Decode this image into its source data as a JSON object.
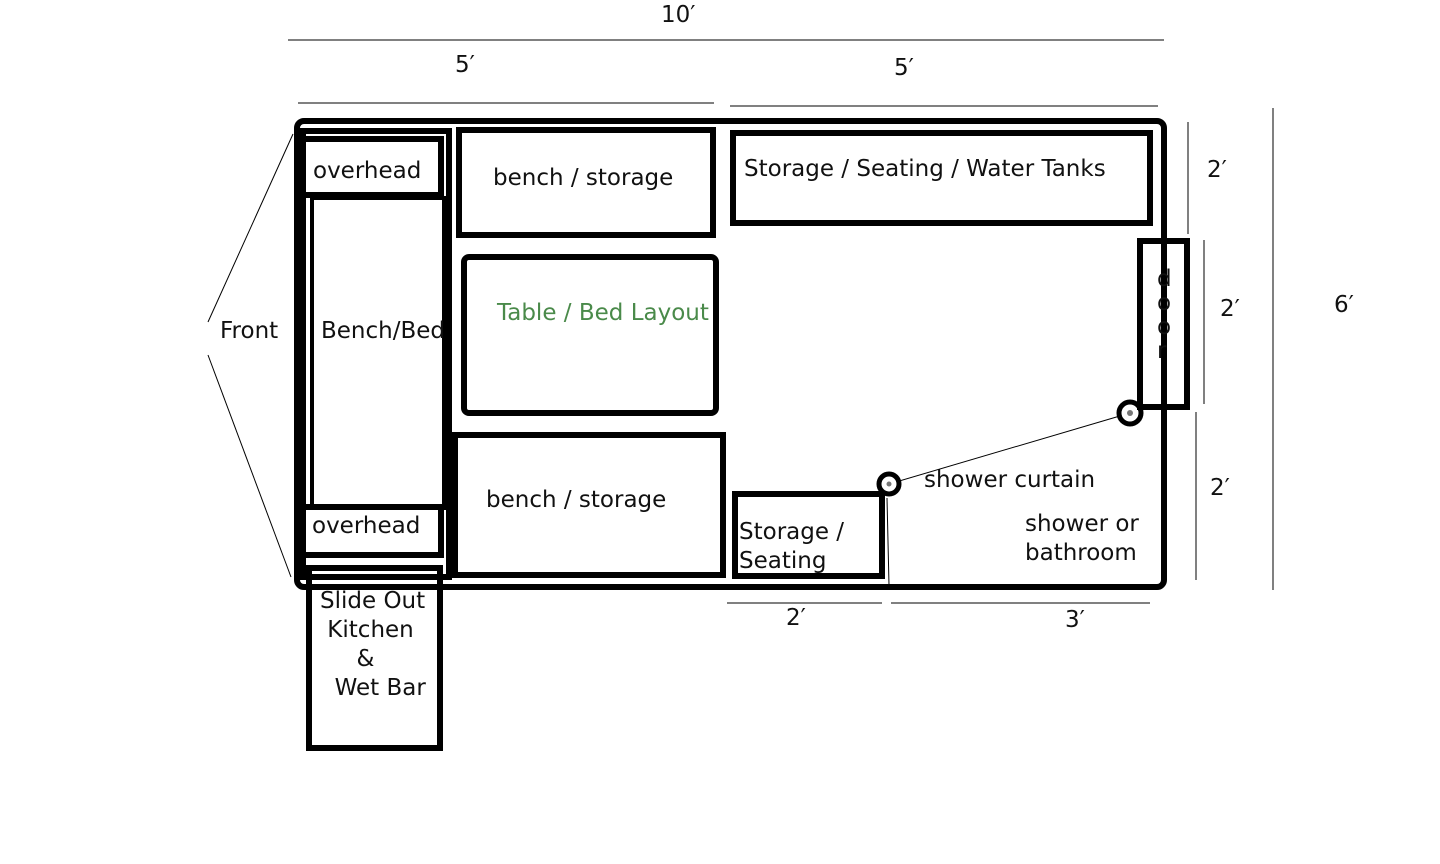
{
  "colors": {
    "line": "#000000",
    "text": "#111111",
    "accent": "#4a8a4a"
  },
  "dimensions": {
    "overall_length": "10′",
    "front_half": "5′",
    "rear_half": "5′",
    "side_top": "2′",
    "side_mid": "2′",
    "side_bottom": "2′",
    "overall_width": "6′",
    "bottom_left": "2′",
    "bottom_right": "3′"
  },
  "labels": {
    "front": "Front",
    "overhead_top": "overhead",
    "overhead_bottom": "overhead",
    "bench_bed": "Bench/Bed",
    "bench_storage_top": "bench / storage",
    "bench_storage_bottom": "bench / storage",
    "table_bed": "Table / Bed Layout",
    "storage_water": "Storage / Seating / Water Tanks",
    "door": "d\no\no\nr",
    "shower_curtain": "shower curtain",
    "shower_bathroom": "shower or\nbathroom",
    "storage_seating": "Storage /\nSeating",
    "kitchen": "Slide Out\n Kitchen\n     &\n  Wet Bar"
  }
}
